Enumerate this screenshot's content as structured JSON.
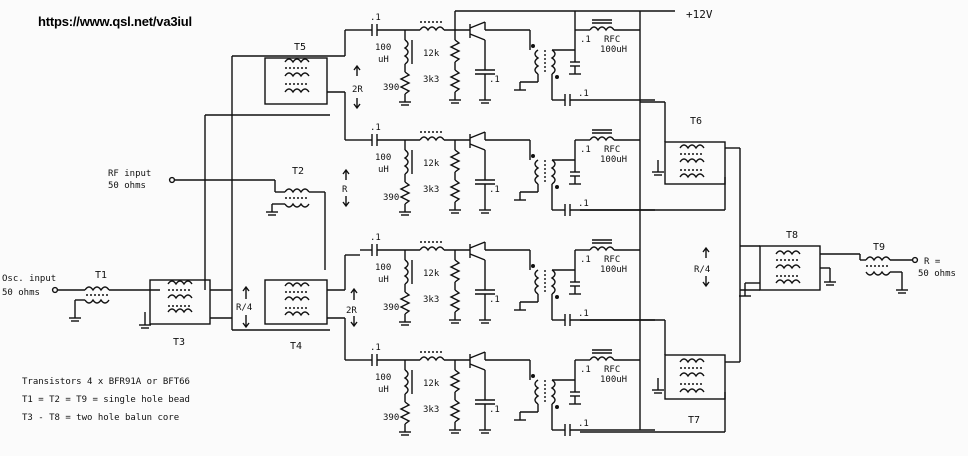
{
  "source_url": "https://www.qsl.net/va3iul",
  "supply_label": "+12V",
  "rf_input": {
    "line1": "RF input",
    "line2": "50 ohms"
  },
  "osc_input": {
    "line1": "Osc. input",
    "line2": "50 ohms"
  },
  "output": {
    "line1": "R =",
    "line2": "50 ohms"
  },
  "transformers": {
    "t1": "T1",
    "t2": "T2",
    "t3": "T3",
    "t4": "T4",
    "t5": "T5",
    "t6": "T6",
    "t7": "T7",
    "t8": "T8",
    "t9": "T9"
  },
  "impedance_labels": {
    "top_2r": "2R",
    "bottom_2r": "2R",
    "r": "R",
    "r4_left": "R/4",
    "r4_right": "R/4"
  },
  "amp_stage": {
    "cap_in": ".1",
    "choke_val1": "100",
    "choke_val2": "uH",
    "res_12k": "12k",
    "res_3k3": "3k3",
    "res_390": "390",
    "cap_bypass": ".1",
    "cap_supply": ".1",
    "rfc_label": "RFC",
    "rfc_value": "100uH",
    "cap_out": ".1"
  },
  "notes": [
    "Transistors 4 x BFR91A or BFT66",
    "T1 = T2 = T9 = single hole bead",
    "T3 - T8 = two hole balun core"
  ],
  "colors": {
    "ink": "#111111",
    "paper": "#fbfbfb"
  }
}
